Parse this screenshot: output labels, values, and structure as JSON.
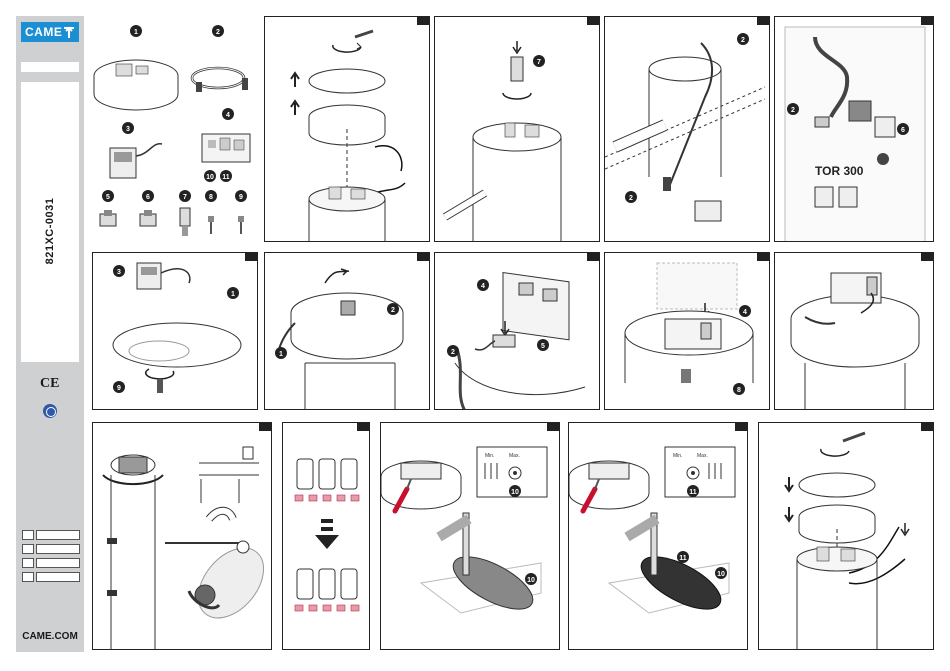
{
  "sidebar": {
    "brand": "CAME",
    "document_code": "821XC-0031",
    "ce_mark": "CE",
    "website": "CAME.COM"
  },
  "kit_parts": [
    "1",
    "2",
    "3",
    "4",
    "5",
    "6",
    "7",
    "8",
    "9",
    "10",
    "11"
  ],
  "panels": {
    "p5": {
      "model_label": "TOR 300"
    },
    "p13": {
      "min_label": "Min.",
      "max_label": "Max."
    },
    "p14": {
      "min_label": "Min.",
      "max_label": "Max."
    }
  },
  "colors": {
    "brand_blue": "#1b8fd1",
    "screwdriver_red": "#c8102e",
    "sidebar_grey": "#cfd0d2"
  }
}
